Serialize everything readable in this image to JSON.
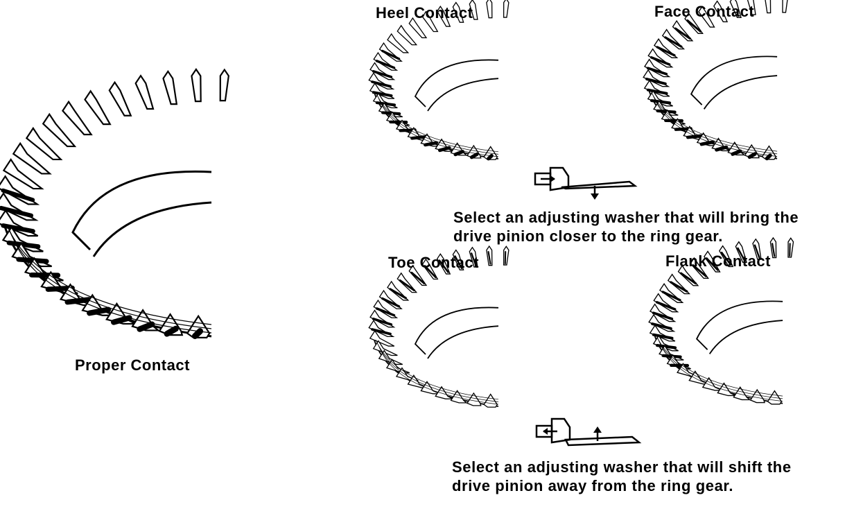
{
  "figure": {
    "proper": {
      "label": "Proper Contact"
    },
    "heel": {
      "label": "Heel Contact"
    },
    "face": {
      "label": "Face Contact"
    },
    "toe": {
      "label": "Toe Contact"
    },
    "flank": {
      "label": "Flank Contact"
    }
  },
  "instructions": {
    "closer": {
      "line1": "Select an adjusting washer that will bring the",
      "line2": "drive pinion closer to the ring gear."
    },
    "away": {
      "line1": "Select an adjusting washer that will shift the",
      "line2": "drive pinion away from the ring gear."
    }
  },
  "pinion_adjustments": {
    "closer": "down-arrow",
    "away": "up-arrow"
  }
}
